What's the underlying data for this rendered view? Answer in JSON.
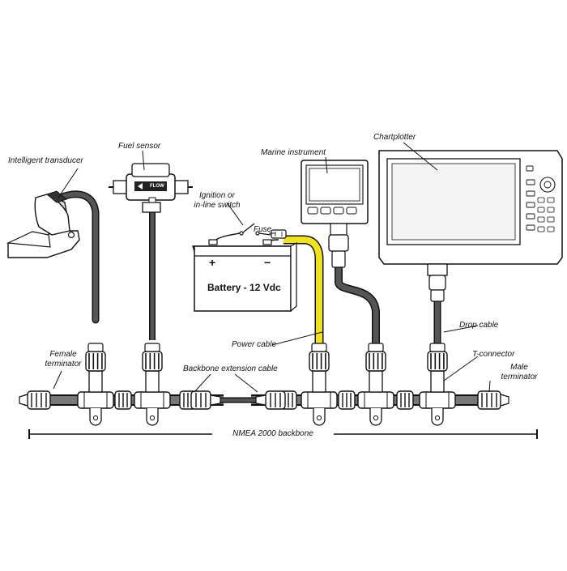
{
  "labels": {
    "intelligent_transducer": "Intelligent transducer",
    "fuel_sensor": "Fuel sensor",
    "marine_instrument": "Marine instrument",
    "chartplotter": "Chartplotter",
    "ignition_line1": "Ignition or",
    "ignition_line2": "in-line switch",
    "fuse": "Fuse",
    "power_cable": "Power cable",
    "drop_cable": "Drop cable",
    "female_terminator_line1": "Female",
    "female_terminator_line2": "terminator",
    "backbone_extension_cable": "Backbone extension cable",
    "t_connector": "T-connector",
    "male_terminator_line1": "Male",
    "male_terminator_line2": "terminator",
    "nmea_backbone": "NMEA 2000 backbone"
  },
  "battery": {
    "label": "Battery - 12 Vdc",
    "positive": "+",
    "negative": "−"
  },
  "fuel_sensor_flow": "FLOW",
  "colors": {
    "line": "#111111",
    "cable": "#555555",
    "power_cable": "#f2e21a",
    "device_fill": "#ffffff",
    "screen_fill": "#f4f4f4"
  },
  "icons": [
    "transducer-icon",
    "fuel-sensor-icon",
    "marine-instrument-icon",
    "chartplotter-icon",
    "battery-icon",
    "switch-icon",
    "fuse-icon",
    "t-connector-icon",
    "terminator-icon"
  ]
}
